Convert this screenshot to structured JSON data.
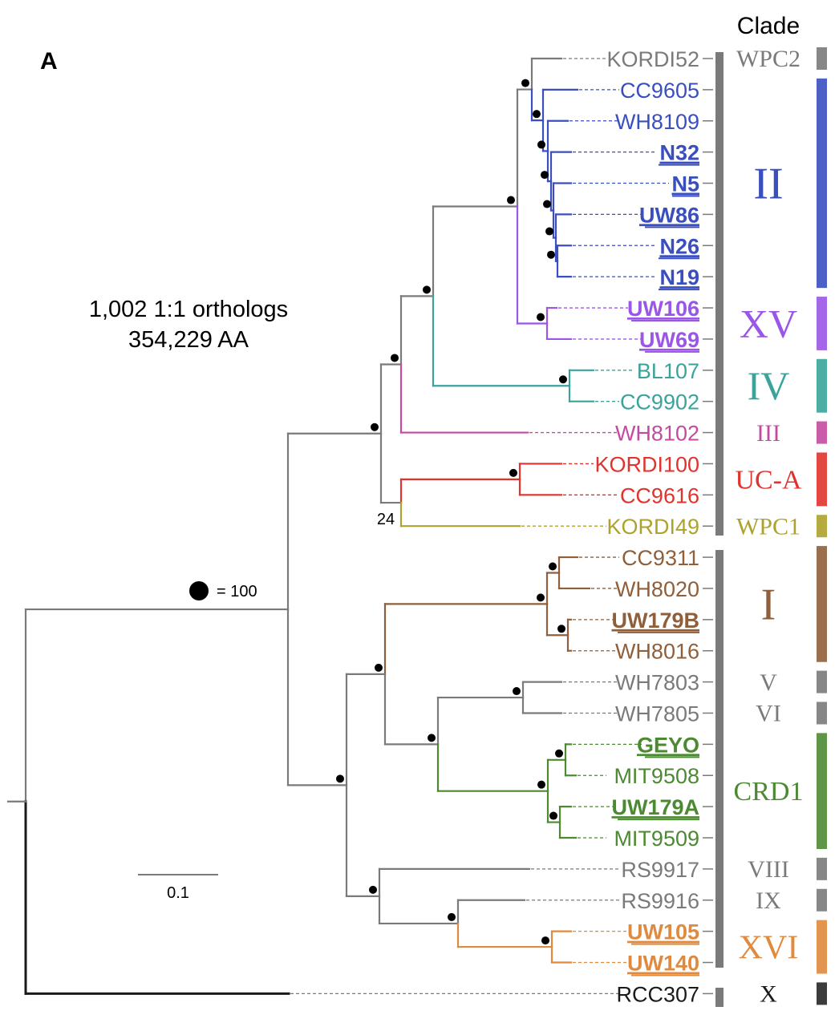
{
  "panel_label": "A",
  "clade_header": "Clade",
  "dataset": {
    "line1": "1,002 1:1 orthologs",
    "line2": "354,229 AA"
  },
  "legend": {
    "node_symbol": "filled-circle",
    "text": "= 100"
  },
  "scale_bar": {
    "label": "0.1"
  },
  "bootstrap_label": "24",
  "colors": {
    "grey": "#7a7a7a",
    "blue": "#3a4fbf",
    "purple": "#9a56e6",
    "teal": "#3aa39a",
    "magenta": "#c44aa0",
    "red": "#e0332d",
    "olive": "#ada22b",
    "brown": "#8f5f3b",
    "green": "#4c8a32",
    "orange": "#df8a3e",
    "black": "#1a1a1a"
  },
  "taxa": [
    {
      "name": "KORDI52",
      "color": "grey",
      "bold": false
    },
    {
      "name": "CC9605",
      "color": "blue",
      "bold": false
    },
    {
      "name": "WH8109",
      "color": "blue",
      "bold": false
    },
    {
      "name": "N32",
      "color": "blue",
      "bold": true
    },
    {
      "name": "N5",
      "color": "blue",
      "bold": true
    },
    {
      "name": "UW86",
      "color": "blue",
      "bold": true
    },
    {
      "name": "N26",
      "color": "blue",
      "bold": true
    },
    {
      "name": "N19",
      "color": "blue",
      "bold": true
    },
    {
      "name": "UW106",
      "color": "purple",
      "bold": true
    },
    {
      "name": "UW69",
      "color": "purple",
      "bold": true
    },
    {
      "name": "BL107",
      "color": "teal",
      "bold": false
    },
    {
      "name": "CC9902",
      "color": "teal",
      "bold": false
    },
    {
      "name": "WH8102",
      "color": "magenta",
      "bold": false
    },
    {
      "name": "KORDI100",
      "color": "red",
      "bold": false
    },
    {
      "name": "CC9616",
      "color": "red",
      "bold": false
    },
    {
      "name": "KORDI49",
      "color": "olive",
      "bold": false
    },
    {
      "name": "CC9311",
      "color": "brown",
      "bold": false
    },
    {
      "name": "WH8020",
      "color": "brown",
      "bold": false
    },
    {
      "name": "UW179B",
      "color": "brown",
      "bold": true
    },
    {
      "name": "WH8016",
      "color": "brown",
      "bold": false
    },
    {
      "name": "WH7803",
      "color": "grey",
      "bold": false
    },
    {
      "name": "WH7805",
      "color": "grey",
      "bold": false
    },
    {
      "name": "GEYO",
      "color": "green",
      "bold": true
    },
    {
      "name": "MIT9508",
      "color": "green",
      "bold": false
    },
    {
      "name": "UW179A",
      "color": "green",
      "bold": true
    },
    {
      "name": "MIT9509",
      "color": "green",
      "bold": false
    },
    {
      "name": "RS9917",
      "color": "grey",
      "bold": false
    },
    {
      "name": "RS9916",
      "color": "grey",
      "bold": false
    },
    {
      "name": "UW105",
      "color": "orange",
      "bold": true
    },
    {
      "name": "UW140",
      "color": "orange",
      "bold": true
    },
    {
      "name": "RCC307",
      "color": "black",
      "bold": false
    }
  ],
  "clades": [
    {
      "label": "WPC2",
      "color": "grey",
      "from": 0,
      "to": 0
    },
    {
      "label": "II",
      "color": "blue",
      "from": 1,
      "to": 7
    },
    {
      "label": "XV",
      "color": "purple",
      "from": 8,
      "to": 9
    },
    {
      "label": "IV",
      "color": "teal",
      "from": 10,
      "to": 11
    },
    {
      "label": "III",
      "color": "magenta",
      "from": 12,
      "to": 12
    },
    {
      "label": "UC-A",
      "color": "red",
      "from": 13,
      "to": 14
    },
    {
      "label": "WPC1",
      "color": "olive",
      "from": 15,
      "to": 15
    },
    {
      "label": "I",
      "color": "brown",
      "from": 16,
      "to": 19
    },
    {
      "label": "V",
      "color": "grey",
      "from": 20,
      "to": 20
    },
    {
      "label": "VI",
      "color": "grey",
      "from": 21,
      "to": 21
    },
    {
      "label": "CRD1",
      "color": "green",
      "from": 22,
      "to": 25
    },
    {
      "label": "VIII",
      "color": "grey",
      "from": 26,
      "to": 26
    },
    {
      "label": "IX",
      "color": "grey",
      "from": 27,
      "to": 27
    },
    {
      "label": "XVI",
      "color": "orange",
      "from": 28,
      "to": 29
    },
    {
      "label": "X",
      "color": "black",
      "from": 30,
      "to": 30
    }
  ]
}
